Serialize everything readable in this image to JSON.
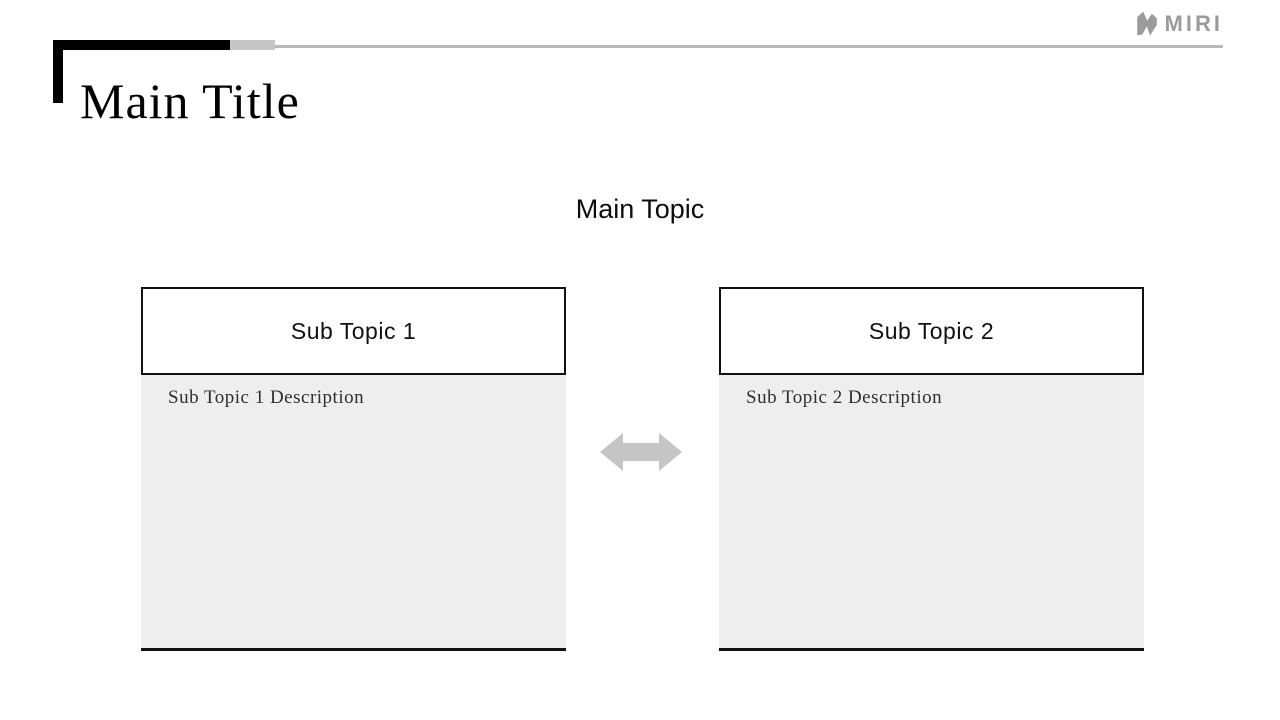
{
  "logo": {
    "text": "MIRI",
    "icon": "miri-logo-icon",
    "color": "#9b9b9b"
  },
  "header": {
    "title": "Main Title"
  },
  "main": {
    "topic": "Main Topic",
    "cards": [
      {
        "title": "Sub Topic 1",
        "description": "Sub Topic 1 Description"
      },
      {
        "title": "Sub Topic 2",
        "description": "Sub Topic 2 Description"
      }
    ],
    "connector_icon": "left-right-arrow-icon"
  },
  "colors": {
    "accent_black": "#000000",
    "accent_segment_gray": "#c6c6c6",
    "divider_line_gray": "#b9b9b9",
    "card_body_bg": "#eeeeee",
    "card_border": "#111111",
    "arrow_gray": "#c5c5c5",
    "logo_gray": "#9b9b9b"
  }
}
